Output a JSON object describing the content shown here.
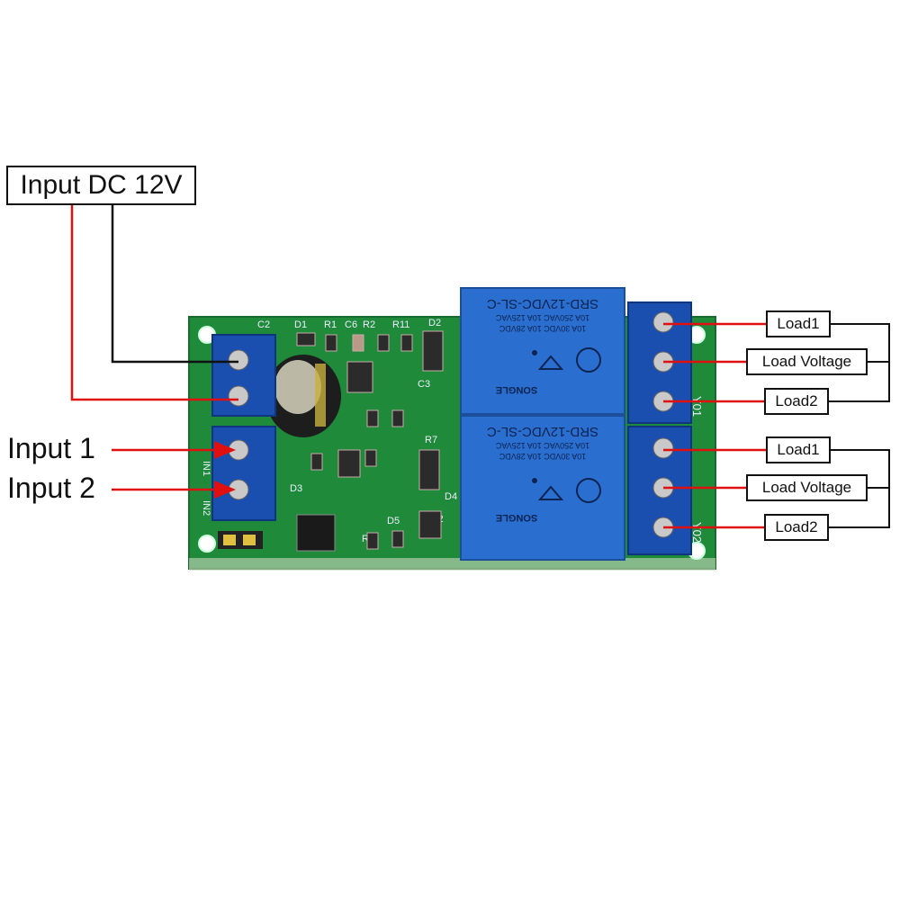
{
  "power_label": "Input DC 12V",
  "inputs": [
    "Input 1",
    "Input 2"
  ],
  "channel_1": {
    "loads": [
      "Load1",
      "Load Voltage",
      "Load2"
    ],
    "silk": "Y01"
  },
  "channel_2": {
    "loads": [
      "Load1",
      "Load Voltage",
      "Load2"
    ],
    "silk": "Y02"
  },
  "pcb_silkscreen": [
    "C2",
    "D1",
    "R1",
    "C6",
    "R2",
    "R11",
    "D2",
    "C3",
    "R7",
    "D4",
    "D3",
    "R9",
    "D5",
    "Q2",
    "IN1",
    "IN2"
  ],
  "relays": [
    {
      "model": "SRD-12VDC-SL-C",
      "rating_1": "10A 250VAC   10A 125VAC",
      "rating_2": "10A 30VDC   10A 28VDC",
      "brand": "SONGLE"
    },
    {
      "model": "SRD-12VDC-SL-C",
      "rating_1": "10A 250VAC   10A 125VAC",
      "rating_2": "10A 30VDC   10A 28VDC",
      "brand": "SONGLE"
    }
  ],
  "colors": {
    "pcb": "#1f8a3a",
    "relay": "#2a6fd0",
    "terminal": "#1a4fb0",
    "wire_red": "#e01010",
    "wire_black": "#111111"
  }
}
